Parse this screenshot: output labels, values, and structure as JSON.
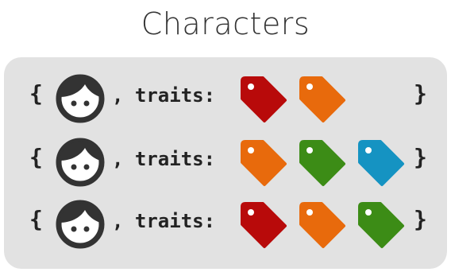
{
  "title": "Characters",
  "rows": [
    {
      "open_brace": "{",
      "label": ", traits:",
      "close_brace": "}",
      "tags": [
        {
          "color": "#b80a0a"
        },
        {
          "color": "#e86a0c"
        }
      ]
    },
    {
      "open_brace": "{",
      "label": ", traits:",
      "close_brace": "}",
      "tags": [
        {
          "color": "#e86a0c"
        },
        {
          "color": "#3c8c16"
        },
        {
          "color": "#1593c2"
        }
      ]
    },
    {
      "open_brace": "{",
      "label": ", traits:",
      "close_brace": "}",
      "tags": [
        {
          "color": "#b80a0a"
        },
        {
          "color": "#e86a0c"
        },
        {
          "color": "#3c8c16"
        }
      ]
    }
  ],
  "icons": {
    "avatar": "face-icon",
    "tag": "tag-icon"
  }
}
